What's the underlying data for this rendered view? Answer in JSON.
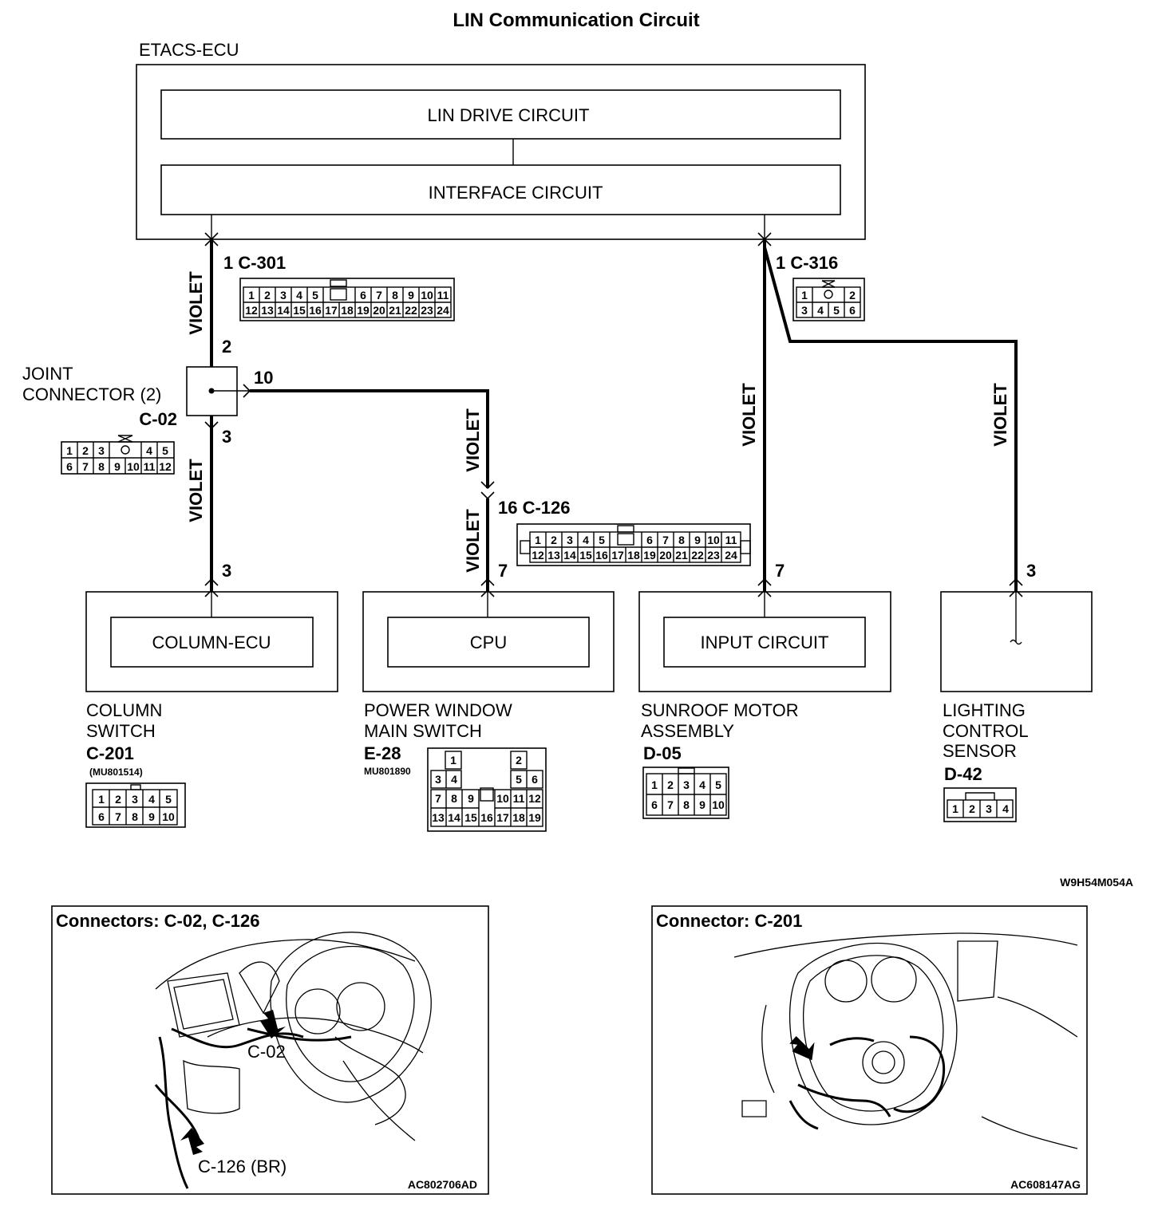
{
  "title": "LIN Communication Circuit",
  "modules": {
    "etacs": {
      "label": "ETACS-ECU",
      "lin_drive": "LIN DRIVE CIRCUIT",
      "interface": "INTERFACE CIRCUIT"
    },
    "column_switch": {
      "inner": "COLUMN-ECU",
      "name1": "COLUMN",
      "name2": "SWITCH",
      "connector": "C-201",
      "part": "(MU801514)"
    },
    "power_window": {
      "inner": "CPU",
      "name1": "POWER WINDOW",
      "name2": "MAIN SWITCH",
      "connector": "E-28",
      "part": "MU801890"
    },
    "sunroof": {
      "inner": "INPUT CIRCUIT",
      "name1": "SUNROOF MOTOR",
      "name2": "ASSEMBLY",
      "connector": "D-05"
    },
    "lighting": {
      "name1": "LIGHTING",
      "name2": "CONTROL",
      "name3": "SENSOR",
      "connector": "D-42"
    },
    "joint": {
      "name1": "JOINT",
      "name2": "CONNECTOR (2)",
      "connector": "C-02"
    }
  },
  "wire_color": "VIOLET",
  "pins": {
    "c301": "1  C-301",
    "c316": "1  C-316",
    "joint_in": "2",
    "joint_out_right": "10",
    "joint_out_down": "3",
    "column_pin": "3",
    "c126": "16  C-126",
    "pw_pin": "7",
    "sunroof_pin": "7",
    "lighting_pin": "3"
  },
  "connector_faces": {
    "c301": [
      [
        "1",
        "2",
        "3",
        "4",
        "5",
        "",
        "6",
        "7",
        "8",
        "9",
        "10",
        "11"
      ],
      [
        "12",
        "13",
        "14",
        "15",
        "16",
        "17",
        "18",
        "19",
        "20",
        "21",
        "22",
        "23",
        "24"
      ]
    ],
    "c316": [
      [
        "1",
        "",
        "2"
      ],
      [
        "3",
        "4",
        "5",
        "6"
      ]
    ],
    "c02": [
      [
        "1",
        "2",
        "3",
        "",
        "4",
        "5"
      ],
      [
        "6",
        "7",
        "8",
        "9",
        "10",
        "11",
        "12"
      ]
    ],
    "c126": [
      [
        "1",
        "2",
        "3",
        "4",
        "5",
        "",
        "6",
        "7",
        "8",
        "9",
        "10",
        "11"
      ],
      [
        "12",
        "13",
        "14",
        "15",
        "16",
        "17",
        "18",
        "19",
        "20",
        "21",
        "22",
        "23",
        "24"
      ]
    ],
    "c201": [
      [
        "1",
        "2",
        "3",
        "4",
        "5"
      ],
      [
        "6",
        "7",
        "8",
        "9",
        "10"
      ]
    ],
    "e28": [
      [
        "1",
        "2"
      ],
      [
        "3",
        "4",
        "5",
        "6"
      ],
      [
        "7",
        "8",
        "9",
        "10",
        "11",
        "12"
      ],
      [
        "13",
        "14",
        "15",
        "16",
        "17",
        "18",
        "19"
      ]
    ],
    "d05": [
      [
        "1",
        "2",
        "3",
        "4",
        "5"
      ],
      [
        "6",
        "7",
        "8",
        "9",
        "10"
      ]
    ],
    "d42": [
      [
        "1",
        "2",
        "3",
        "4"
      ]
    ]
  },
  "figure_code": "W9H54M054A",
  "panels": {
    "left": {
      "title": "Connectors: C-02, C-126",
      "callout1": "C-02",
      "callout2": "C-126 (BR)",
      "code": "AC802706AD"
    },
    "right": {
      "title": "Connector: C-201",
      "code": "AC608147AG"
    }
  },
  "colors": {
    "ink": "#000000",
    "paper": "#ffffff"
  }
}
